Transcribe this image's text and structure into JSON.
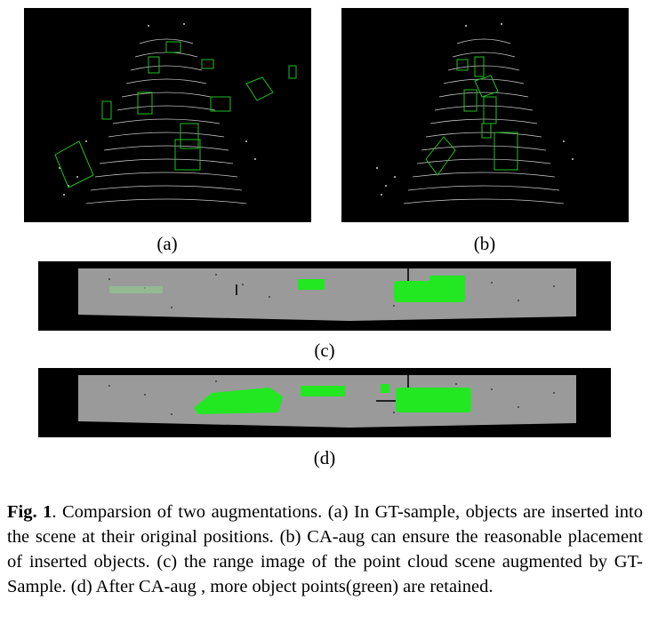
{
  "figure": {
    "labels": {
      "a": "(a)",
      "b": "(b)",
      "c": "(c)",
      "d": "(d)"
    },
    "colors": {
      "object_points": "#22e822",
      "bbox": "#1fbf1f",
      "range_bg": "#9a9a9a",
      "background": "#000000"
    }
  },
  "caption": {
    "fig_label": "Fig. 1",
    "text": ". Comparsion of two augmentations. (a) In GT-sample, objects are inserted into the scene at their original positions. (b) CA-aug can ensure the reasonable placement of inserted objects. (c) the range image of the point cloud scene augmented by GT-Sample. (d) After CA-aug , more object points(green) are retained."
  }
}
